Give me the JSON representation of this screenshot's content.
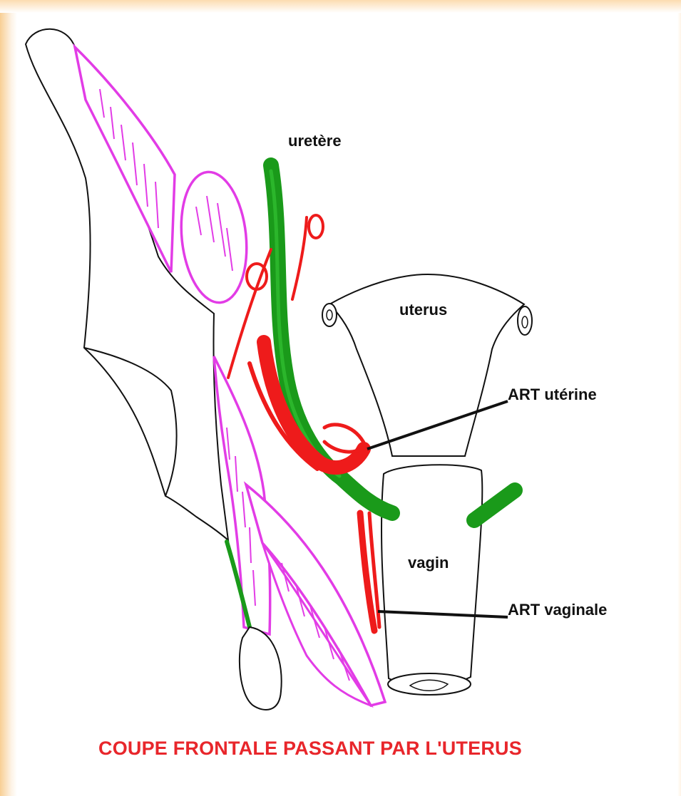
{
  "labels": {
    "uretere": "uretère",
    "uterus": "uterus",
    "art_uterine": "ART utérine",
    "vagin": "vagin",
    "art_vaginale": "ART vaginale"
  },
  "caption": "COUPE FRONTALE PASSANT PAR L'UTERUS",
  "colors": {
    "outline": "#111111",
    "ureter": "#1a9a1a",
    "artery": "#ee1b1b",
    "muscle": "#e23ce6",
    "caption": "#e8262b",
    "side_gradient": "#f8cf94"
  }
}
